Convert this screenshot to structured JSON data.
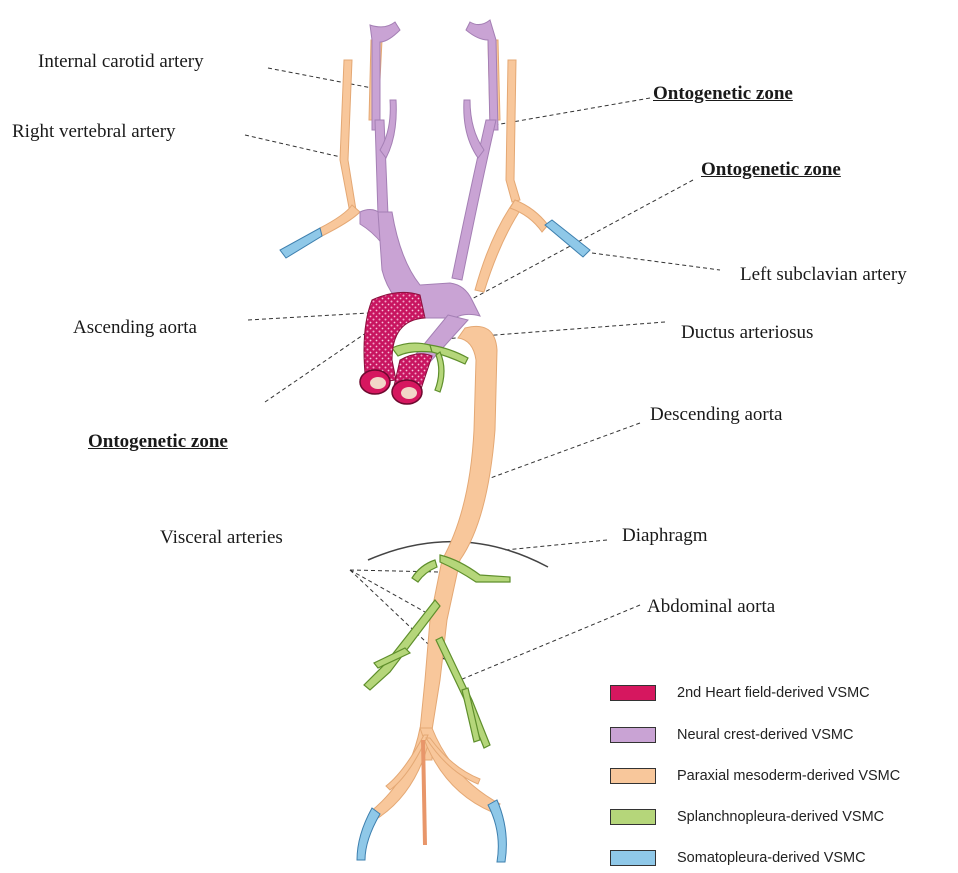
{
  "labels": {
    "internal_carotid": "Internal carotid artery",
    "right_vertebral": "Right vertebral artery",
    "zone_top": "Ontogenetic zone",
    "zone_mid": "Ontogenetic zone",
    "left_subclavian": "Left subclavian artery",
    "ascending_aorta": "Ascending aorta",
    "ductus": "Ductus arteriosus",
    "zone_bottom": "Ontogenetic zone",
    "descending_aorta": "Descending aorta",
    "visceral": "Visceral arteries",
    "diaphragm": "Diaphragm",
    "abdominal_aorta": "Abdominal aorta"
  },
  "legend": [
    {
      "label": "2nd Heart field-derived VSMC",
      "color": "#d6175f"
    },
    {
      "label": "Neural crest-derived VSMC",
      "color": "#c9a3d4"
    },
    {
      "label": "Paraxial mesoderm-derived VSMC",
      "color": "#f8c79b"
    },
    {
      "label": "Splanchnopleura-derived VSMC",
      "color": "#b5d67a"
    },
    {
      "label": "Somatopleura-derived VSMC",
      "color": "#8fc8e8"
    }
  ],
  "colors": {
    "heart": "#d6175f",
    "neural": "#c9a3d4",
    "paraxial": "#f8c79b",
    "splanch": "#b5d67a",
    "somato": "#8fc8e8"
  }
}
